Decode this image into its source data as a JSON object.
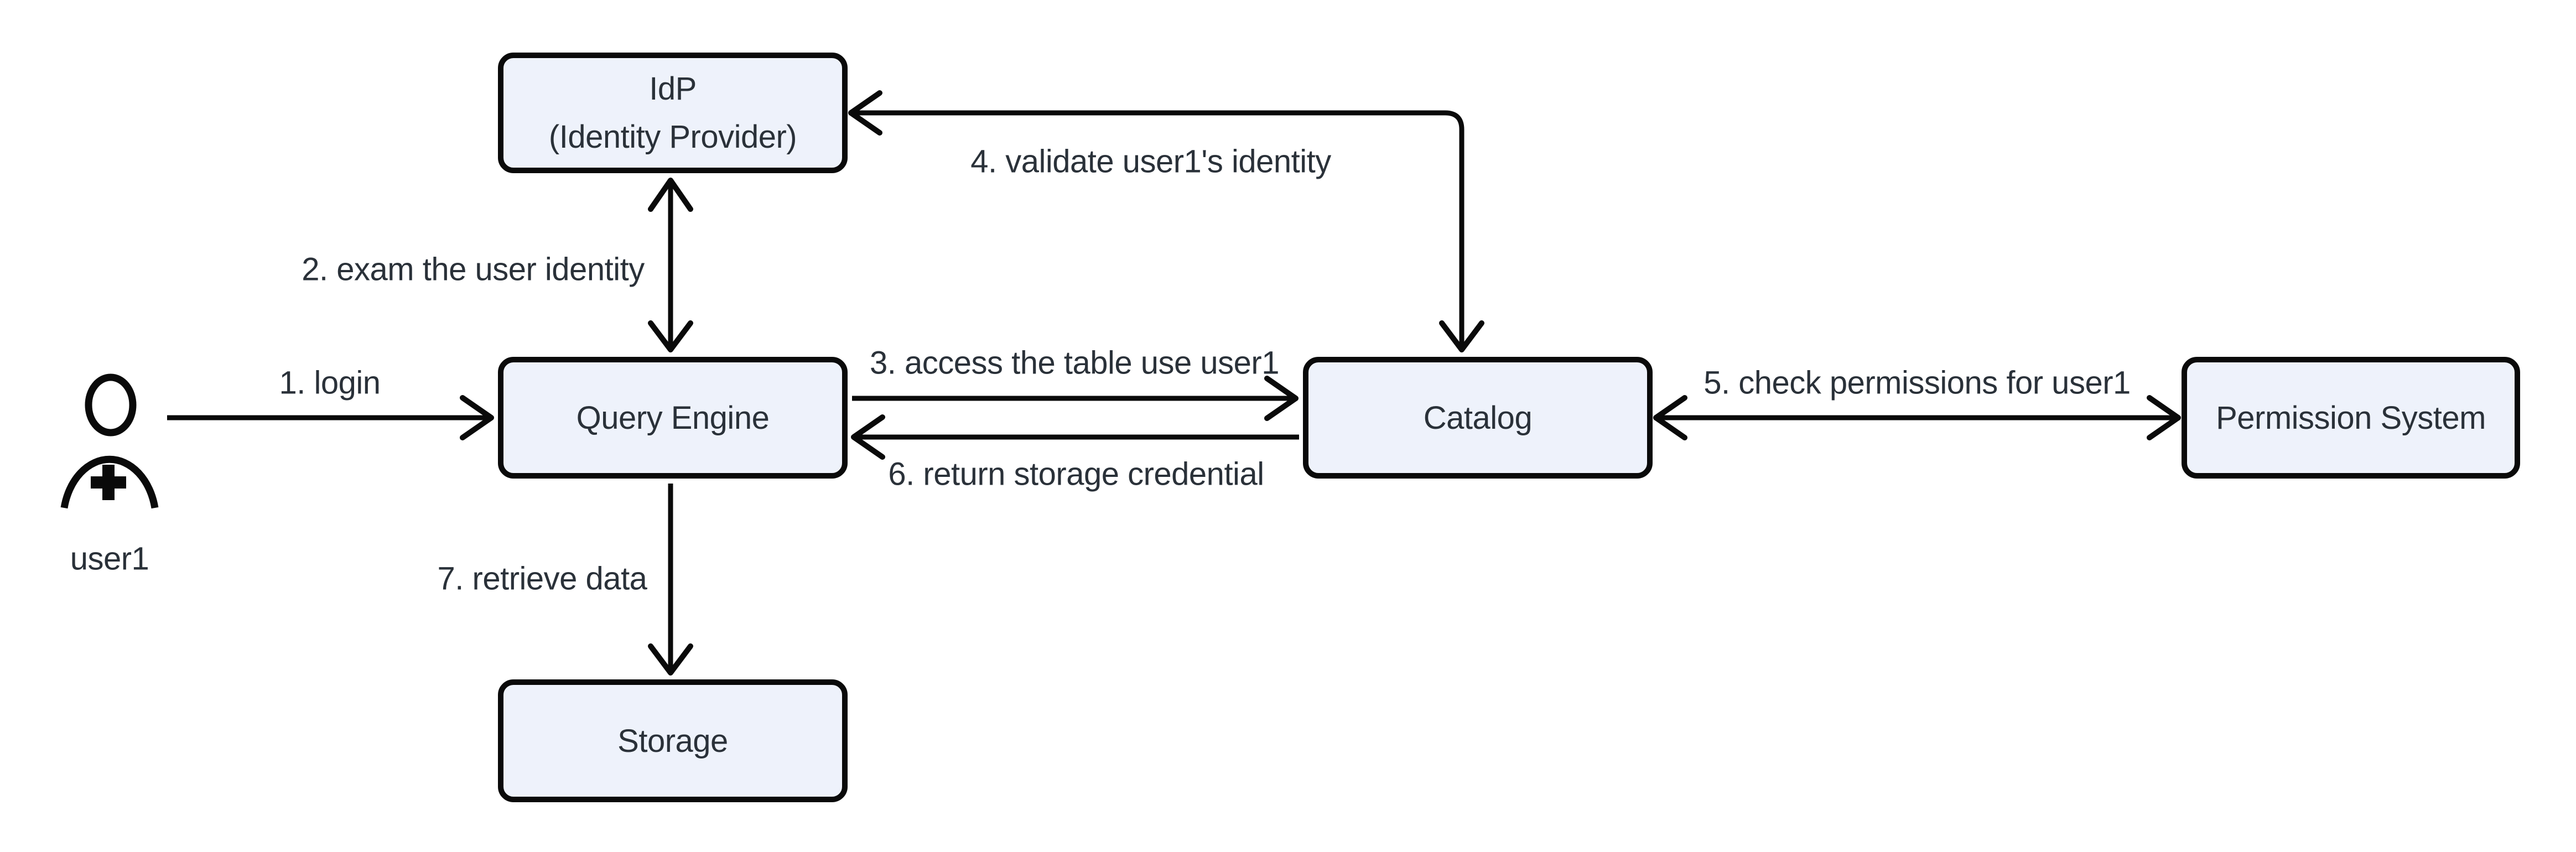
{
  "diagram": {
    "background": "#FFFFFF",
    "colors": {
      "node_fill": "#EEF2FB",
      "node_border": "#0A0A0A",
      "edge_line": "#0A0A0A",
      "text": "#2A3139"
    }
  },
  "actor": {
    "label": "user1",
    "icon": "person-plus-icon"
  },
  "nodes": {
    "idp": {
      "line1": "IdP",
      "line2": "(Identity Provider)"
    },
    "query_engine": {
      "label": "Query Engine"
    },
    "catalog": {
      "label": "Catalog"
    },
    "permission_system": {
      "label": "Permission System"
    },
    "storage": {
      "label": "Storage"
    }
  },
  "edges": {
    "login": {
      "label": "1. login",
      "from": "user1",
      "to": "Query Engine",
      "direction": "one-way"
    },
    "exam": {
      "label": "2. exam the user identity",
      "from": "Query Engine",
      "to": "IdP (Identity Provider)",
      "direction": "two-way"
    },
    "access": {
      "label": "3. access the table use user1",
      "from": "Query Engine",
      "to": "Catalog",
      "direction": "one-way"
    },
    "validate": {
      "label": "4. validate user1's identity",
      "from": "Catalog",
      "to": "IdP (Identity Provider)",
      "direction": "two-way"
    },
    "check": {
      "label": "5. check permissions for user1",
      "from": "Catalog",
      "to": "Permission System",
      "direction": "two-way"
    },
    "return_credential": {
      "label": "6. return storage credential",
      "from": "Catalog",
      "to": "Query Engine",
      "direction": "one-way"
    },
    "retrieve": {
      "label": "7. retrieve data",
      "from": "Query Engine",
      "to": "Storage",
      "direction": "one-way"
    }
  }
}
